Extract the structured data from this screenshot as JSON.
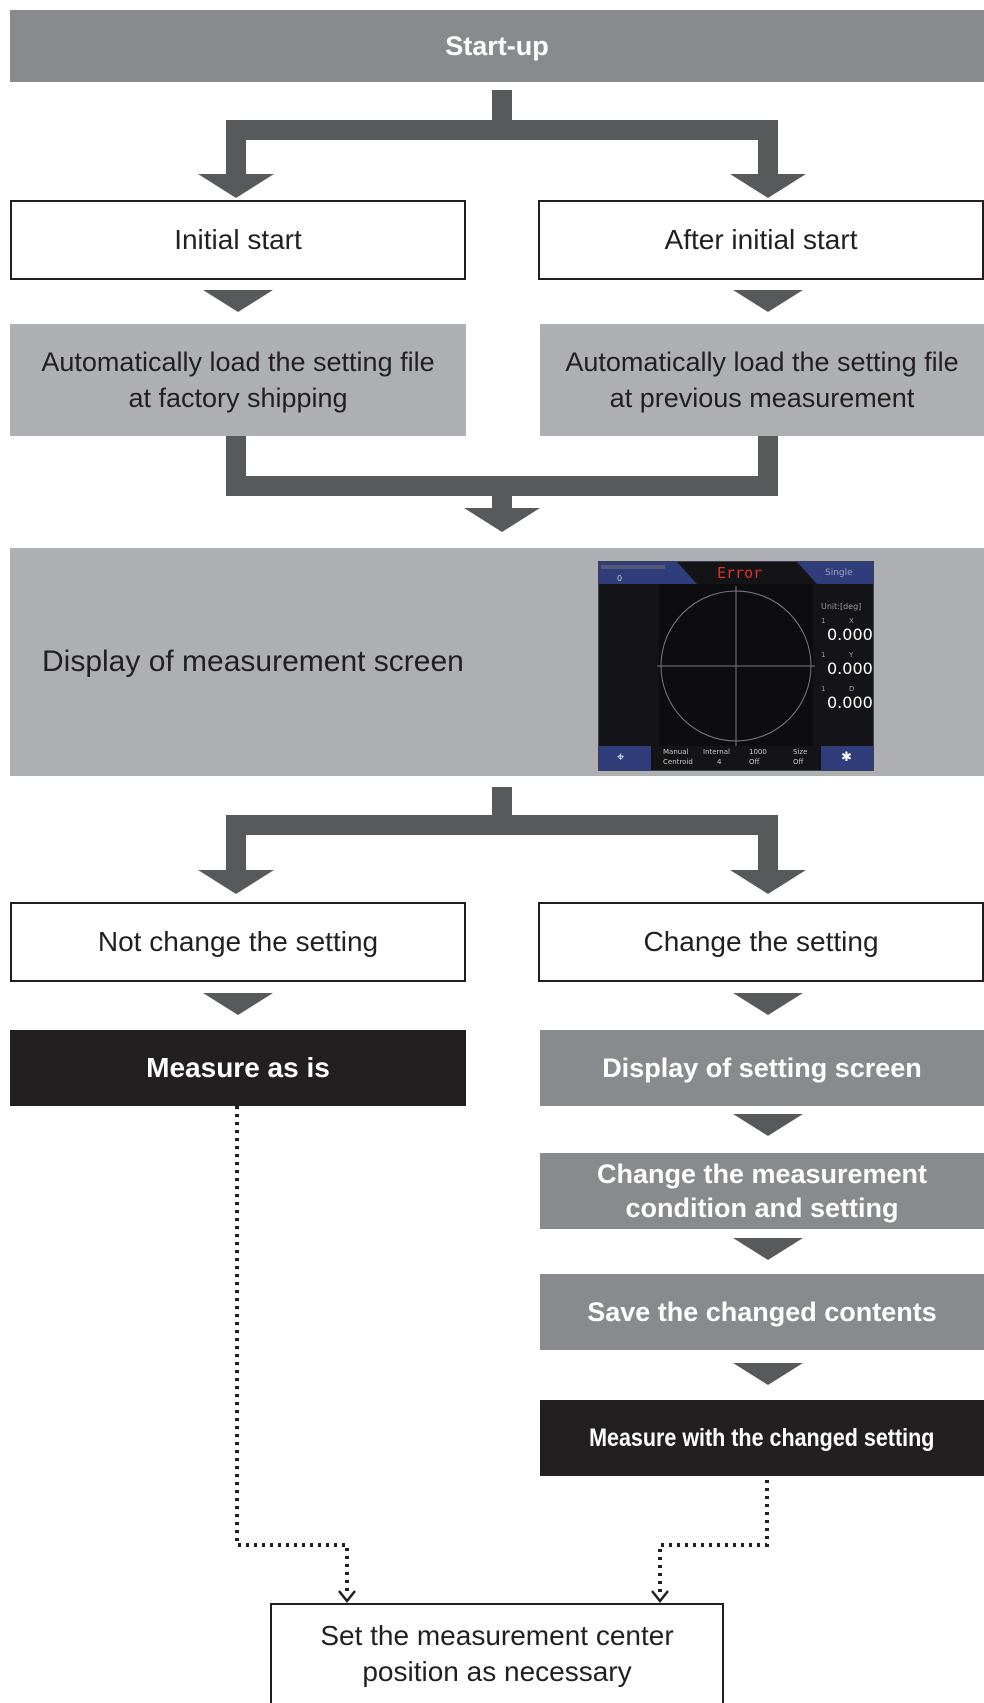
{
  "nodes": {
    "startup": "Start-up",
    "initial_start": "Initial start",
    "after_initial_start": "After initial start",
    "load_factory_line1": "Automatically load the setting file",
    "load_factory_line2": "at factory shipping",
    "load_previous_line1": "Automatically load the setting file",
    "load_previous_line2": "at previous measurement",
    "display_measurement": "Display of measurement screen",
    "not_change": "Not change the setting",
    "change": "Change the setting",
    "measure_as_is": "Measure as is",
    "display_setting": "Display of setting screen",
    "change_condition_line1": "Change the measurement",
    "change_condition_line2": "condition and setting",
    "save_changed": "Save the changed contents",
    "measure_changed": "Measure with the changed setting",
    "set_center_line1": "Set the measurement center",
    "set_center_line2": "position as necessary"
  },
  "screen": {
    "status": "Error",
    "mode": "Single",
    "counter": "0",
    "unit": "Unit:[deg]",
    "axes": [
      {
        "channel": "1",
        "name": "X",
        "value": "0.000"
      },
      {
        "channel": "1",
        "name": "Y",
        "value": "0.000"
      },
      {
        "channel": "1",
        "name": "D",
        "value": "0.000"
      }
    ],
    "footer_row1": [
      "Manual",
      "Internal",
      "1000",
      "Size"
    ],
    "footer_row2": [
      "Centroid",
      "4",
      "Off",
      "Off"
    ],
    "status_color": "#e0302a",
    "accent_color": "#2f3e7a"
  },
  "colors": {
    "arrow": "#58595b",
    "dark_gray": "#898a8d",
    "light_gray": "#aeafb2",
    "black": "#231f20"
  }
}
